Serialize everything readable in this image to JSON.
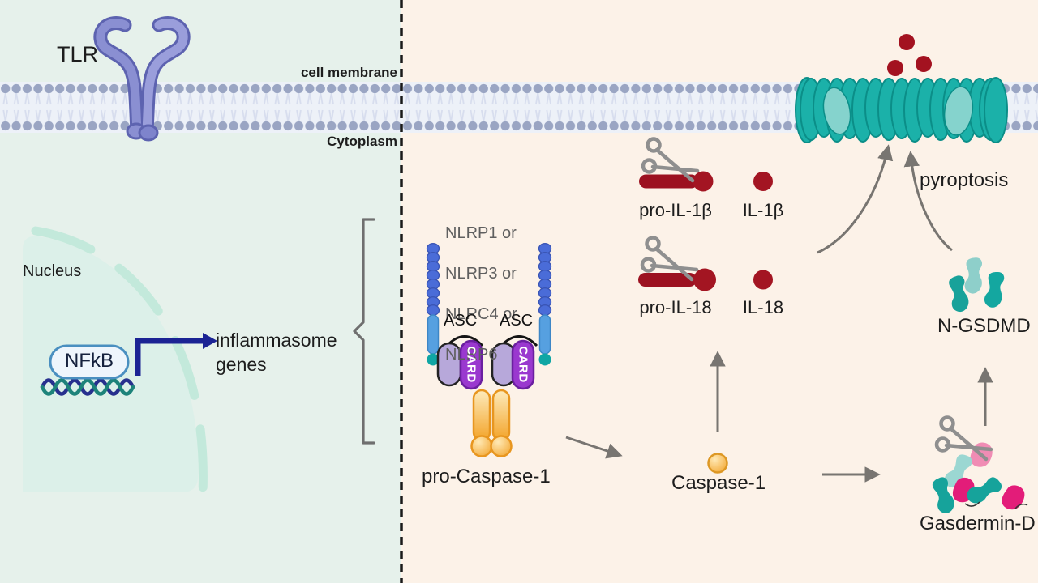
{
  "diagram": {
    "receptor": {
      "tlr_label": "TLR"
    },
    "membrane": {
      "cell_membrane_label": "cell membrane",
      "cytoplasm_label": "Cytoplasm"
    },
    "nucleus": {
      "nucleus_label": "Nucleus",
      "nfkb_label": "NFkB",
      "target_label": "inflammasome genes"
    },
    "inflammasome": {
      "sensors": [
        "NLRP1 or",
        "NLRP3 or",
        "NLRC4 or",
        "NLRP6"
      ],
      "asc_label": "ASC",
      "card_label": "CARD",
      "pro_caspase1_label": "pro-Caspase-1"
    },
    "caspase": {
      "caspase1_label": "Caspase-1"
    },
    "cytokines": {
      "pro_il1b_label": "pro-IL-1β",
      "il1b_label": "IL-1β",
      "pro_il18_label": "pro-IL-18",
      "il18_label": "IL-18"
    },
    "pyroptosis": {
      "pyroptosis_label": "pyroptosis",
      "n_gsdmd_label": "N-GSDMD",
      "gasdermin_d_label": "Gasdermin-D"
    }
  },
  "colors": {
    "left_background": "#e6f1eb",
    "right_background": "#fcf2e8",
    "membrane_head": "#9aa5c3",
    "tlr_purple": "#8a8fd2",
    "navy_arrow": "#1b2394",
    "sensor_bead_blue": "#4a6cd8",
    "asc_lavender": "#b7a8da",
    "card_purple": "#9a38cf",
    "teal": "#16a7a0",
    "pore_teal": "#1bb1a9",
    "caspase_orange": "#f4a62a",
    "cytokine_dark_red": "#9c1120",
    "gray_arrow": "#787571",
    "gasdermin_magenta": "#e31c79"
  }
}
